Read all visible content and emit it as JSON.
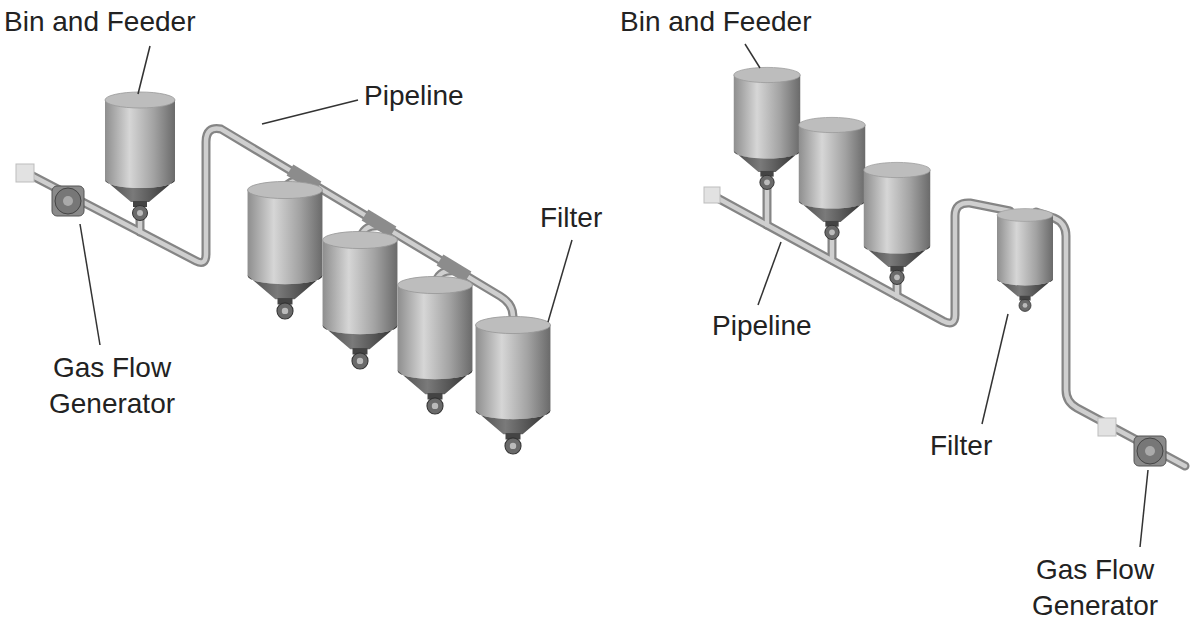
{
  "diagram": {
    "labels": [
      "Bin and Feeder",
      "Pipeline",
      "Filter",
      "Gas Flow Generator",
      "Bin and Feeder",
      "Pipeline",
      "Filter",
      "Gas Flow Generator"
    ]
  }
}
